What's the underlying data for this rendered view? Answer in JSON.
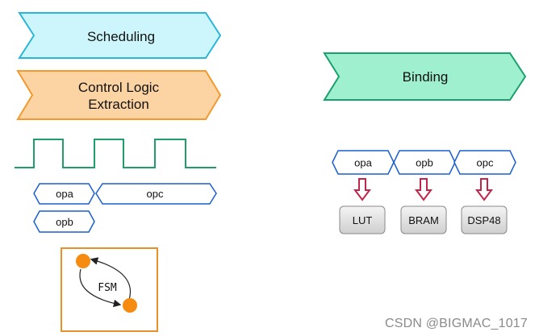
{
  "scheduling": {
    "label": "Scheduling",
    "fill": "#ccf6fb",
    "stroke": "#2bb6d9"
  },
  "control_logic": {
    "line1": "Control Logic",
    "line2": "Extraction",
    "fill": "#fcd3a3",
    "stroke": "#f29a2e"
  },
  "binding": {
    "label": "Binding",
    "fill": "#9ef0cf",
    "stroke": "#1aa06f"
  },
  "timing": {
    "clock_color": "#1f9e6a",
    "op_stroke": "#1a5fcf"
  },
  "left_ops": {
    "opa": "opa",
    "opc": "opc",
    "opb": "opb"
  },
  "fsm": {
    "label": "FSM",
    "border": "#e8912a",
    "state_color": "#f58b10"
  },
  "binding_ops": [
    "opa",
    "opb",
    "opc"
  ],
  "resources": [
    "LUT",
    "BRAM",
    "DSP48"
  ],
  "arrow_color": "#c0264a",
  "watermark": "CSDN @BIGMAC_1017"
}
